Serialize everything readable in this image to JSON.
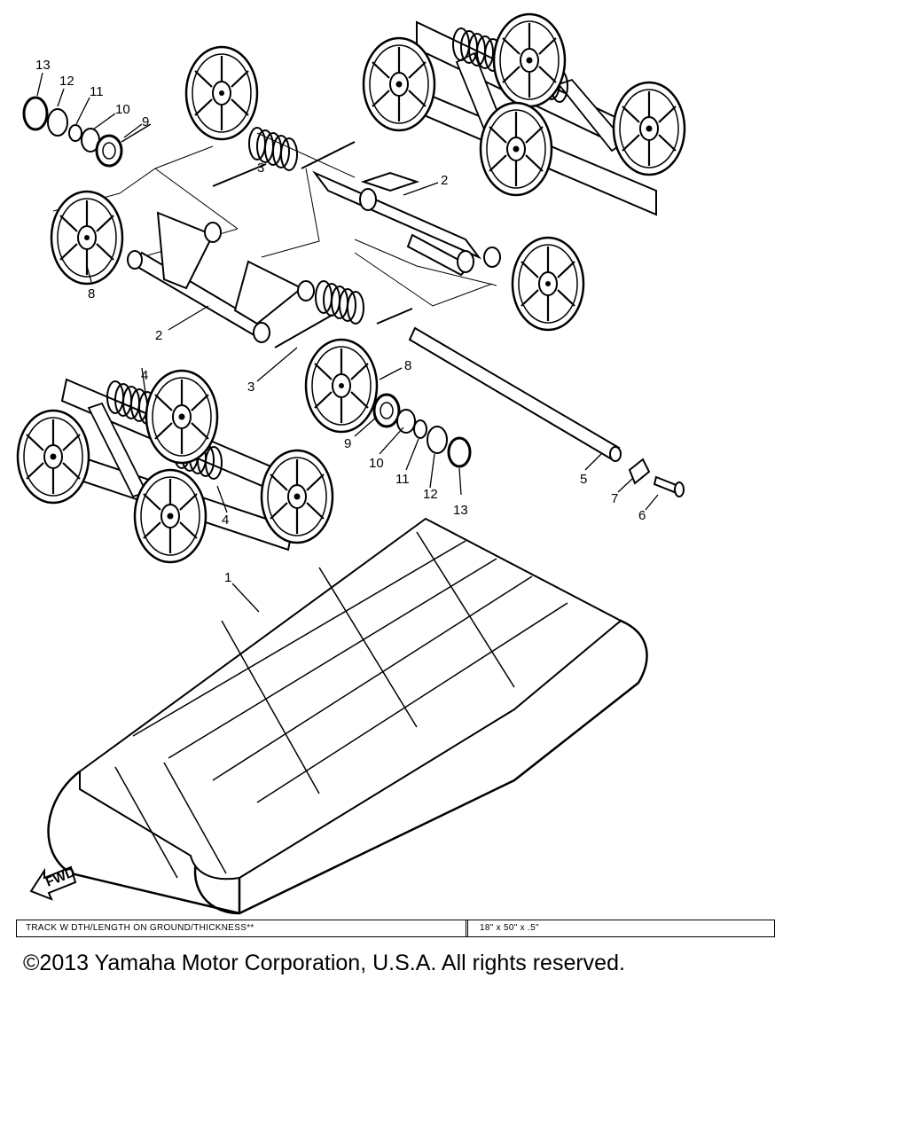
{
  "callouts": {
    "c13_top": "13",
    "c12_top": "12",
    "c11_top": "11",
    "c10_top": "10",
    "c9_top": "9",
    "c3_top": "3",
    "c2_right": "2",
    "c8_left": "8",
    "c2_left": "2",
    "c3_mid": "3",
    "c8_center": "8",
    "c4_top": "4",
    "c4_bottom": "4",
    "c9_bottom": "9",
    "c10_bottom": "10",
    "c11_bottom": "11",
    "c12_bottom": "12",
    "c13_bottom": "13",
    "c5": "5",
    "c7": "7",
    "c6": "6",
    "c1": "1"
  },
  "fwd_label": "FWD",
  "spec": {
    "label": "TRACK W DTH/LENGTH ON GROUND/THICKNESS**",
    "value": "18\" x 50\" x .5\""
  },
  "copyright": "©2013 Yamaha Motor Corporation, U.S.A. All rights reserved."
}
